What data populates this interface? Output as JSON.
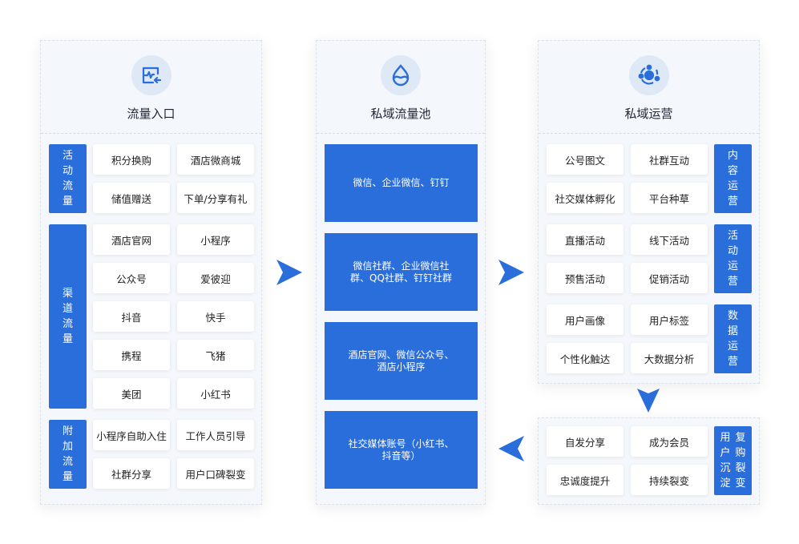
{
  "entry": {
    "title": "流量入口",
    "icon": "monitor-pulse-icon",
    "groups": [
      {
        "label": "活动流量",
        "items": [
          "积分换购",
          "酒店微商城",
          "储值赠送",
          "下单/分享有礼"
        ]
      },
      {
        "label": "渠道流量",
        "items": [
          "酒店官网",
          "小程序",
          "公众号",
          "爱彼迎",
          "抖音",
          "快手",
          "携程",
          "飞猪",
          "美团",
          "小红书"
        ]
      },
      {
        "label": "附加流量",
        "items": [
          "小程序自助入住",
          "工作人员引导",
          "社群分享",
          "用户口碑裂变"
        ]
      }
    ]
  },
  "pool": {
    "title": "私域流量池",
    "icon": "water-drop-icon",
    "items": [
      "微信、企业微信、钉钉",
      "微信社群、企业微信社群、QQ社群、钉钉社群",
      "酒店官网、微信公众号、酒店小程序",
      "社交媒体账号（小红书、抖音等）"
    ]
  },
  "ops": {
    "title": "私域运营",
    "icon": "orbit-icon",
    "groups": [
      {
        "label": "内容运营",
        "items": [
          "公号图文",
          "社群互动",
          "社交媒体孵化",
          "平台种草"
        ]
      },
      {
        "label": "活动运营",
        "items": [
          "直播活动",
          "线下活动",
          "预售活动",
          "促销活动"
        ]
      },
      {
        "label": "数据运营",
        "items": [
          "用户画像",
          "用户标签",
          "个性化触达",
          "大数据分析"
        ]
      }
    ]
  },
  "retention": {
    "label_col1": "用户沉淀",
    "label_col2": "复购裂变",
    "items": [
      "自发分享",
      "成为会员",
      "忠诚度提升",
      "持续裂变"
    ]
  },
  "colors": {
    "accent": "#2a6edb",
    "panel": "#f4f7fb"
  }
}
